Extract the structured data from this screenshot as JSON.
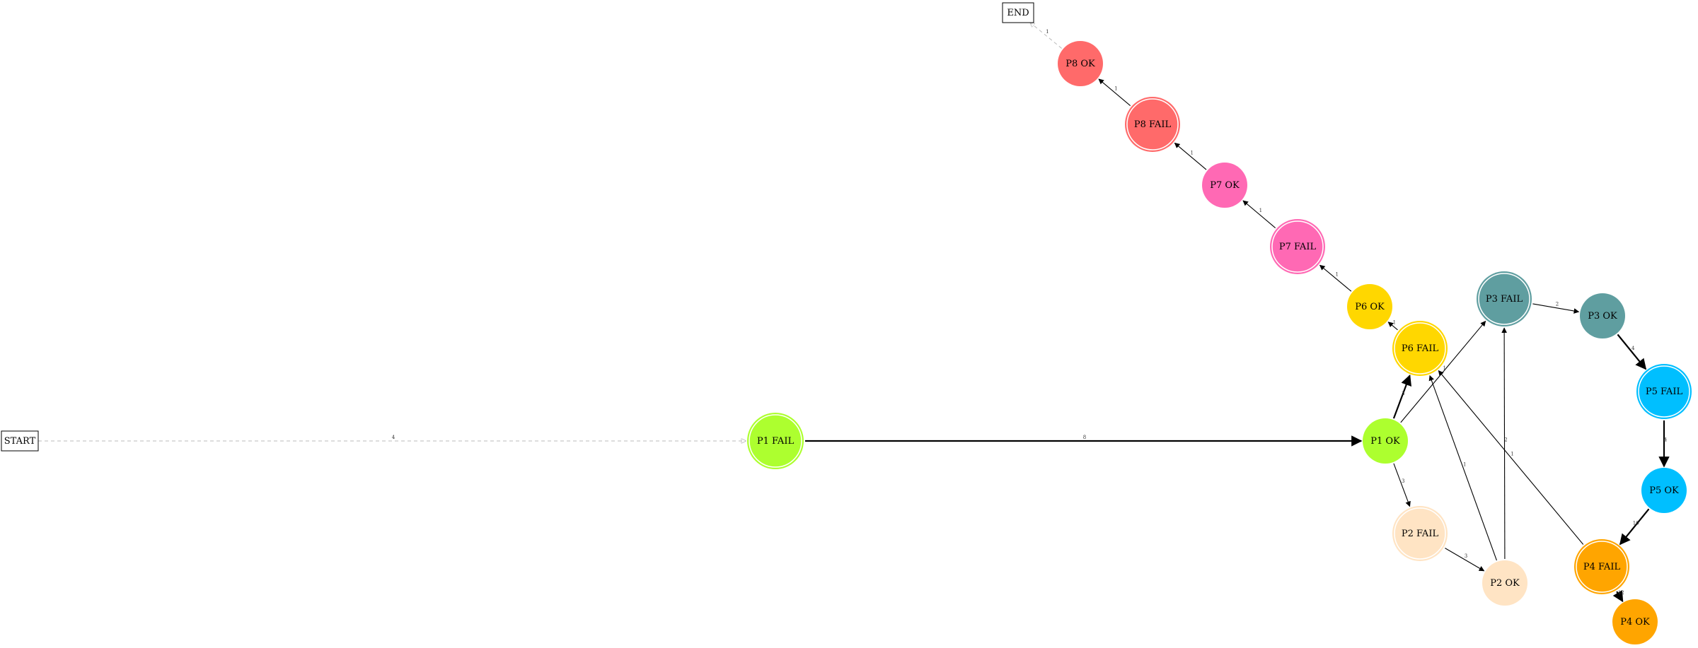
{
  "nodes": {
    "start": {
      "label": "START",
      "shape": "box"
    },
    "end": {
      "label": "END",
      "shape": "box"
    },
    "p1_fail": {
      "label": "P1 FAIL",
      "color": "#adff2f",
      "double": true
    },
    "p1_ok": {
      "label": "P1 OK",
      "color": "#adff2f",
      "double": false
    },
    "p2_fail": {
      "label": "P2 FAIL",
      "color": "#ffe4c4",
      "double": true
    },
    "p2_ok": {
      "label": "P2 OK",
      "color": "#ffe4c4",
      "double": false
    },
    "p3_fail": {
      "label": "P3 FAIL",
      "color": "#5f9ea0",
      "double": true
    },
    "p3_ok": {
      "label": "P3 OK",
      "color": "#5f9ea0",
      "double": false
    },
    "p4_fail": {
      "label": "P4 FAIL",
      "color": "#ffa500",
      "double": true
    },
    "p4_ok": {
      "label": "P4 OK",
      "color": "#ffa500",
      "double": false
    },
    "p5_fail": {
      "label": "P5 FAIL",
      "color": "#00bfff",
      "double": true
    },
    "p5_ok": {
      "label": "P5 OK",
      "color": "#00bfff",
      "double": false
    },
    "p6_fail": {
      "label": "P6 FAIL",
      "color": "#ffd700",
      "double": true
    },
    "p6_ok": {
      "label": "P6 OK",
      "color": "#ffd700",
      "double": false
    },
    "p7_fail": {
      "label": "P7 FAIL",
      "color": "#ff69b4",
      "double": true
    },
    "p7_ok": {
      "label": "P7 OK",
      "color": "#ff69b4",
      "double": false
    },
    "p8_fail": {
      "label": "P8 FAIL",
      "color": "#ff6a6a",
      "double": true
    },
    "p8_ok": {
      "label": "P8 OK",
      "color": "#ff6a6a",
      "double": false
    }
  },
  "edges": [
    {
      "from": "start",
      "to": "p1_fail",
      "label": "4",
      "style": "dashed"
    },
    {
      "from": "p1_fail",
      "to": "p1_ok",
      "label": "8",
      "style": "bold"
    },
    {
      "from": "p1_ok",
      "to": "p6_fail",
      "label": "3",
      "style": "bold"
    },
    {
      "from": "p1_ok",
      "to": "p3_fail",
      "label": "1",
      "style": "solid"
    },
    {
      "from": "p1_ok",
      "to": "p2_fail",
      "label": "3",
      "style": "solid"
    },
    {
      "from": "p2_fail",
      "to": "p2_ok",
      "label": "3",
      "style": "solid"
    },
    {
      "from": "p2_ok",
      "to": "p6_fail",
      "label": "1",
      "style": "solid"
    },
    {
      "from": "p2_ok",
      "to": "p3_fail",
      "label": "2",
      "style": "solid"
    },
    {
      "from": "p3_fail",
      "to": "p3_ok",
      "label": "2",
      "style": "solid"
    },
    {
      "from": "p3_ok",
      "to": "p5_fail",
      "label": "4",
      "style": "bold"
    },
    {
      "from": "p5_fail",
      "to": "p5_ok",
      "label": "4",
      "style": "bold"
    },
    {
      "from": "p5_ok",
      "to": "p4_fail",
      "label": "10",
      "style": "bold"
    },
    {
      "from": "p4_fail",
      "to": "p6_fail",
      "label": "1",
      "style": "solid"
    },
    {
      "from": "p4_fail",
      "to": "p4_ok",
      "label": "12",
      "style": "bold"
    },
    {
      "from": "p6_fail",
      "to": "p6_ok",
      "label": "1",
      "style": "solid"
    },
    {
      "from": "p6_ok",
      "to": "p7_fail",
      "label": "1",
      "style": "solid"
    },
    {
      "from": "p7_fail",
      "to": "p7_ok",
      "label": "1",
      "style": "solid"
    },
    {
      "from": "p7_ok",
      "to": "p8_fail",
      "label": "1",
      "style": "solid"
    },
    {
      "from": "p8_fail",
      "to": "p8_ok",
      "label": "1",
      "style": "solid"
    },
    {
      "from": "p8_ok",
      "to": "end",
      "label": "1",
      "style": "dashed"
    }
  ]
}
